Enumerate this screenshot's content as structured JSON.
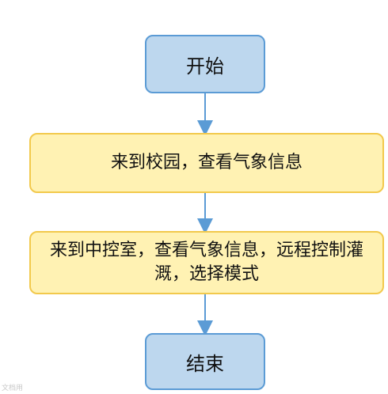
{
  "flowchart": {
    "nodes": [
      {
        "id": "start",
        "shape": "rounded-rect",
        "text": "开始"
      },
      {
        "id": "step1",
        "shape": "rounded-rect",
        "text": "来到校园，查看气象信息"
      },
      {
        "id": "step2",
        "shape": "rounded-rect",
        "text": "来到中控室，查看气象信息，远程控制灌溉，选择模式"
      },
      {
        "id": "end",
        "shape": "rounded-rect",
        "text": "结束"
      }
    ],
    "edges": [
      {
        "from": "start",
        "to": "step1"
      },
      {
        "from": "step1",
        "to": "step2"
      },
      {
        "from": "step2",
        "to": "end"
      }
    ]
  },
  "colors": {
    "terminal_fill": "#bdd7ee",
    "terminal_border": "#5b9bd5",
    "process_fill": "#fff2b3",
    "process_border": "#f2c94c",
    "arrow": "#5b9bd5"
  },
  "watermark": {
    "text": "文档用"
  }
}
